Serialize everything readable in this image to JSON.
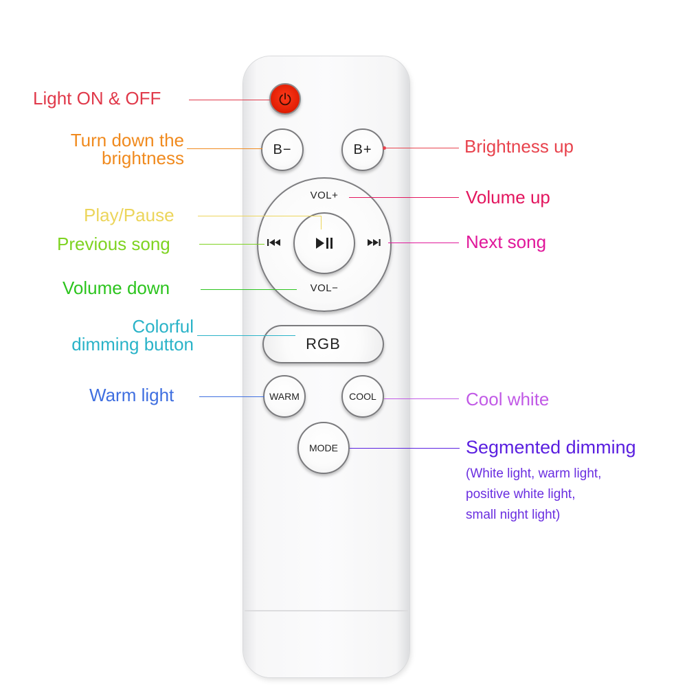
{
  "remote": {
    "buttons": {
      "brightness_down": "B−",
      "brightness_up": "B+",
      "volume_up": "VOL+",
      "volume_down": "VOL−",
      "rgb": "RGB",
      "warm": "WARM",
      "cool": "COOL",
      "mode": "MODE"
    }
  },
  "annotations": {
    "power": "Light ON & OFF",
    "brightness_down_line1": "Turn down the",
    "brightness_down_line2": "brightness",
    "brightness_up": "Brightness up",
    "volume_up": "Volume up",
    "play_pause": "Play/Pause",
    "previous": "Previous song",
    "next": "Next song",
    "volume_down": "Volume down",
    "rgb_line1": "Colorful",
    "rgb_line2": "dimming button",
    "warm": "Warm light",
    "cool": "Cool white",
    "mode": "Segmented dimming",
    "mode_detail_line1": "(White light, warm light,",
    "mode_detail_line2": "positive white light,",
    "mode_detail_line3": "small night light)"
  },
  "colors": {
    "power": "#e0394a",
    "brightness_down": "#f08a1e",
    "brightness_up": "#e8434d",
    "volume_up": "#e3155e",
    "play_pause": "#ecd55b",
    "previous": "#7ed321",
    "next": "#e0179a",
    "volume_down": "#2cc41e",
    "rgb": "#2ab3c8",
    "warm": "#3f6fe0",
    "cool": "#c15ae6",
    "mode": "#5a1fe0"
  }
}
